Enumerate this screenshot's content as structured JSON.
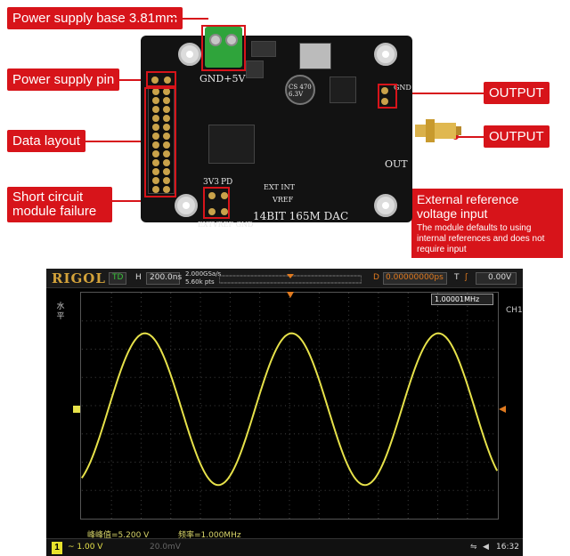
{
  "callouts": {
    "power_base": "Power supply base 3.81mm",
    "power_pin": "Power supply pin",
    "data_layout": "Data layout",
    "short_circuit": "Short circuit module failure",
    "output_top": "OUTPUT",
    "output_bottom": "OUTPUT",
    "ext_ref_title": "External reference voltage input",
    "ext_ref_note": "The module defaults to using internal references and does not require input"
  },
  "pcb": {
    "gnd_label": "GND+5V",
    "out_label": "OUT",
    "bottom_label": "14BIT 165M DAC",
    "v33_label": "3V3",
    "pd_label": "PD",
    "ext_int": "EXT INT",
    "vref_label": "VREF",
    "gnd_small": "GND",
    "extvref_label": "EXTVREF GND",
    "cap_text": "CS 470 6.3V"
  },
  "scope": {
    "brand": "RIGOL",
    "mode": "TD",
    "h_label": "H",
    "timebase": "200.0ns",
    "sample_rate": "2.000GSa/s",
    "mem_depth": "5.60k pts",
    "d_label": "D",
    "trigger_pos": "0.00000000ps",
    "t_label": "T",
    "trigger_level": "0.00V",
    "left_side": "水平",
    "right_side": "CH1",
    "freq_readout": "1.00001MHz",
    "meas_vpp": "峰峰值=5.200 V",
    "meas_freq": "频率=1.000MHz",
    "ch1_num": "1",
    "ch1_scale": "~ 1.00 V",
    "ch2_scale": "20.0mV",
    "time": "16:32",
    "wave_color": "#e7e24a",
    "grid_color": "#444444"
  }
}
